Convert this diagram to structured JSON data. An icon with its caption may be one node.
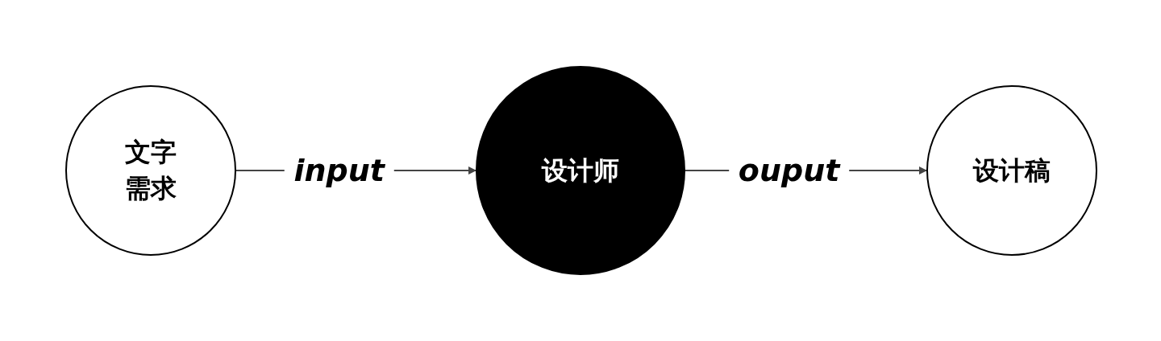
{
  "diagram": {
    "nodes": [
      {
        "text": [
          "文字需求"
        ]
      },
      {
        "text": [
          "设计师"
        ]
      },
      {
        "text": [
          "设计稿"
        ]
      }
    ],
    "edges": [
      {
        "from": 0,
        "to": 1,
        "arrow": "to",
        "label": "input"
      },
      {
        "from": 1,
        "to": 2,
        "arrow": "to",
        "label": "ouput"
      }
    ]
  }
}
